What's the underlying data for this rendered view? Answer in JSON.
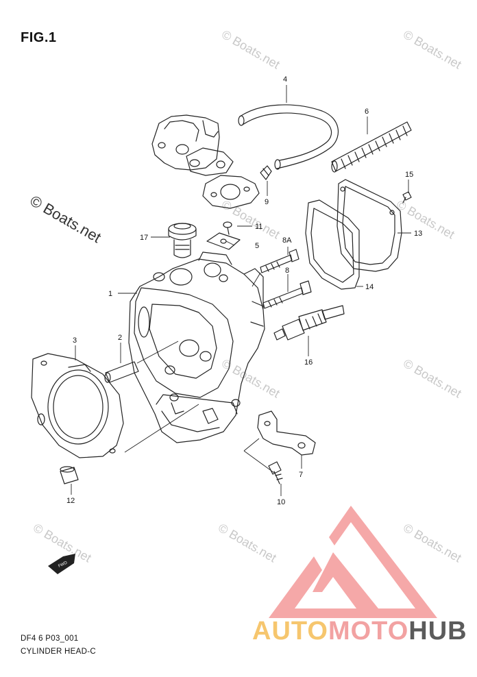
{
  "figure": {
    "title": "FIG.1",
    "code": "DF4 6 P03_001",
    "caption": "CYLINDER HEAD-C"
  },
  "watermarks": {
    "text": "© Boats.net",
    "prominent_text": "© Boats.net"
  },
  "callouts": [
    "1",
    "2",
    "3",
    "4",
    "5",
    "6",
    "7",
    "8",
    "8A",
    "9",
    "10",
    "11",
    "12",
    "13",
    "14",
    "15",
    "16",
    "17"
  ],
  "fwd_marker": {
    "label": "FWD"
  },
  "brand": {
    "word_part1": "AUTO",
    "word_part2": "MOTO",
    "word_part3": "HUB",
    "color_primary": "#f28b8b",
    "color_secondary": "#f6c66e",
    "color_dark": "#5b5b5b"
  }
}
